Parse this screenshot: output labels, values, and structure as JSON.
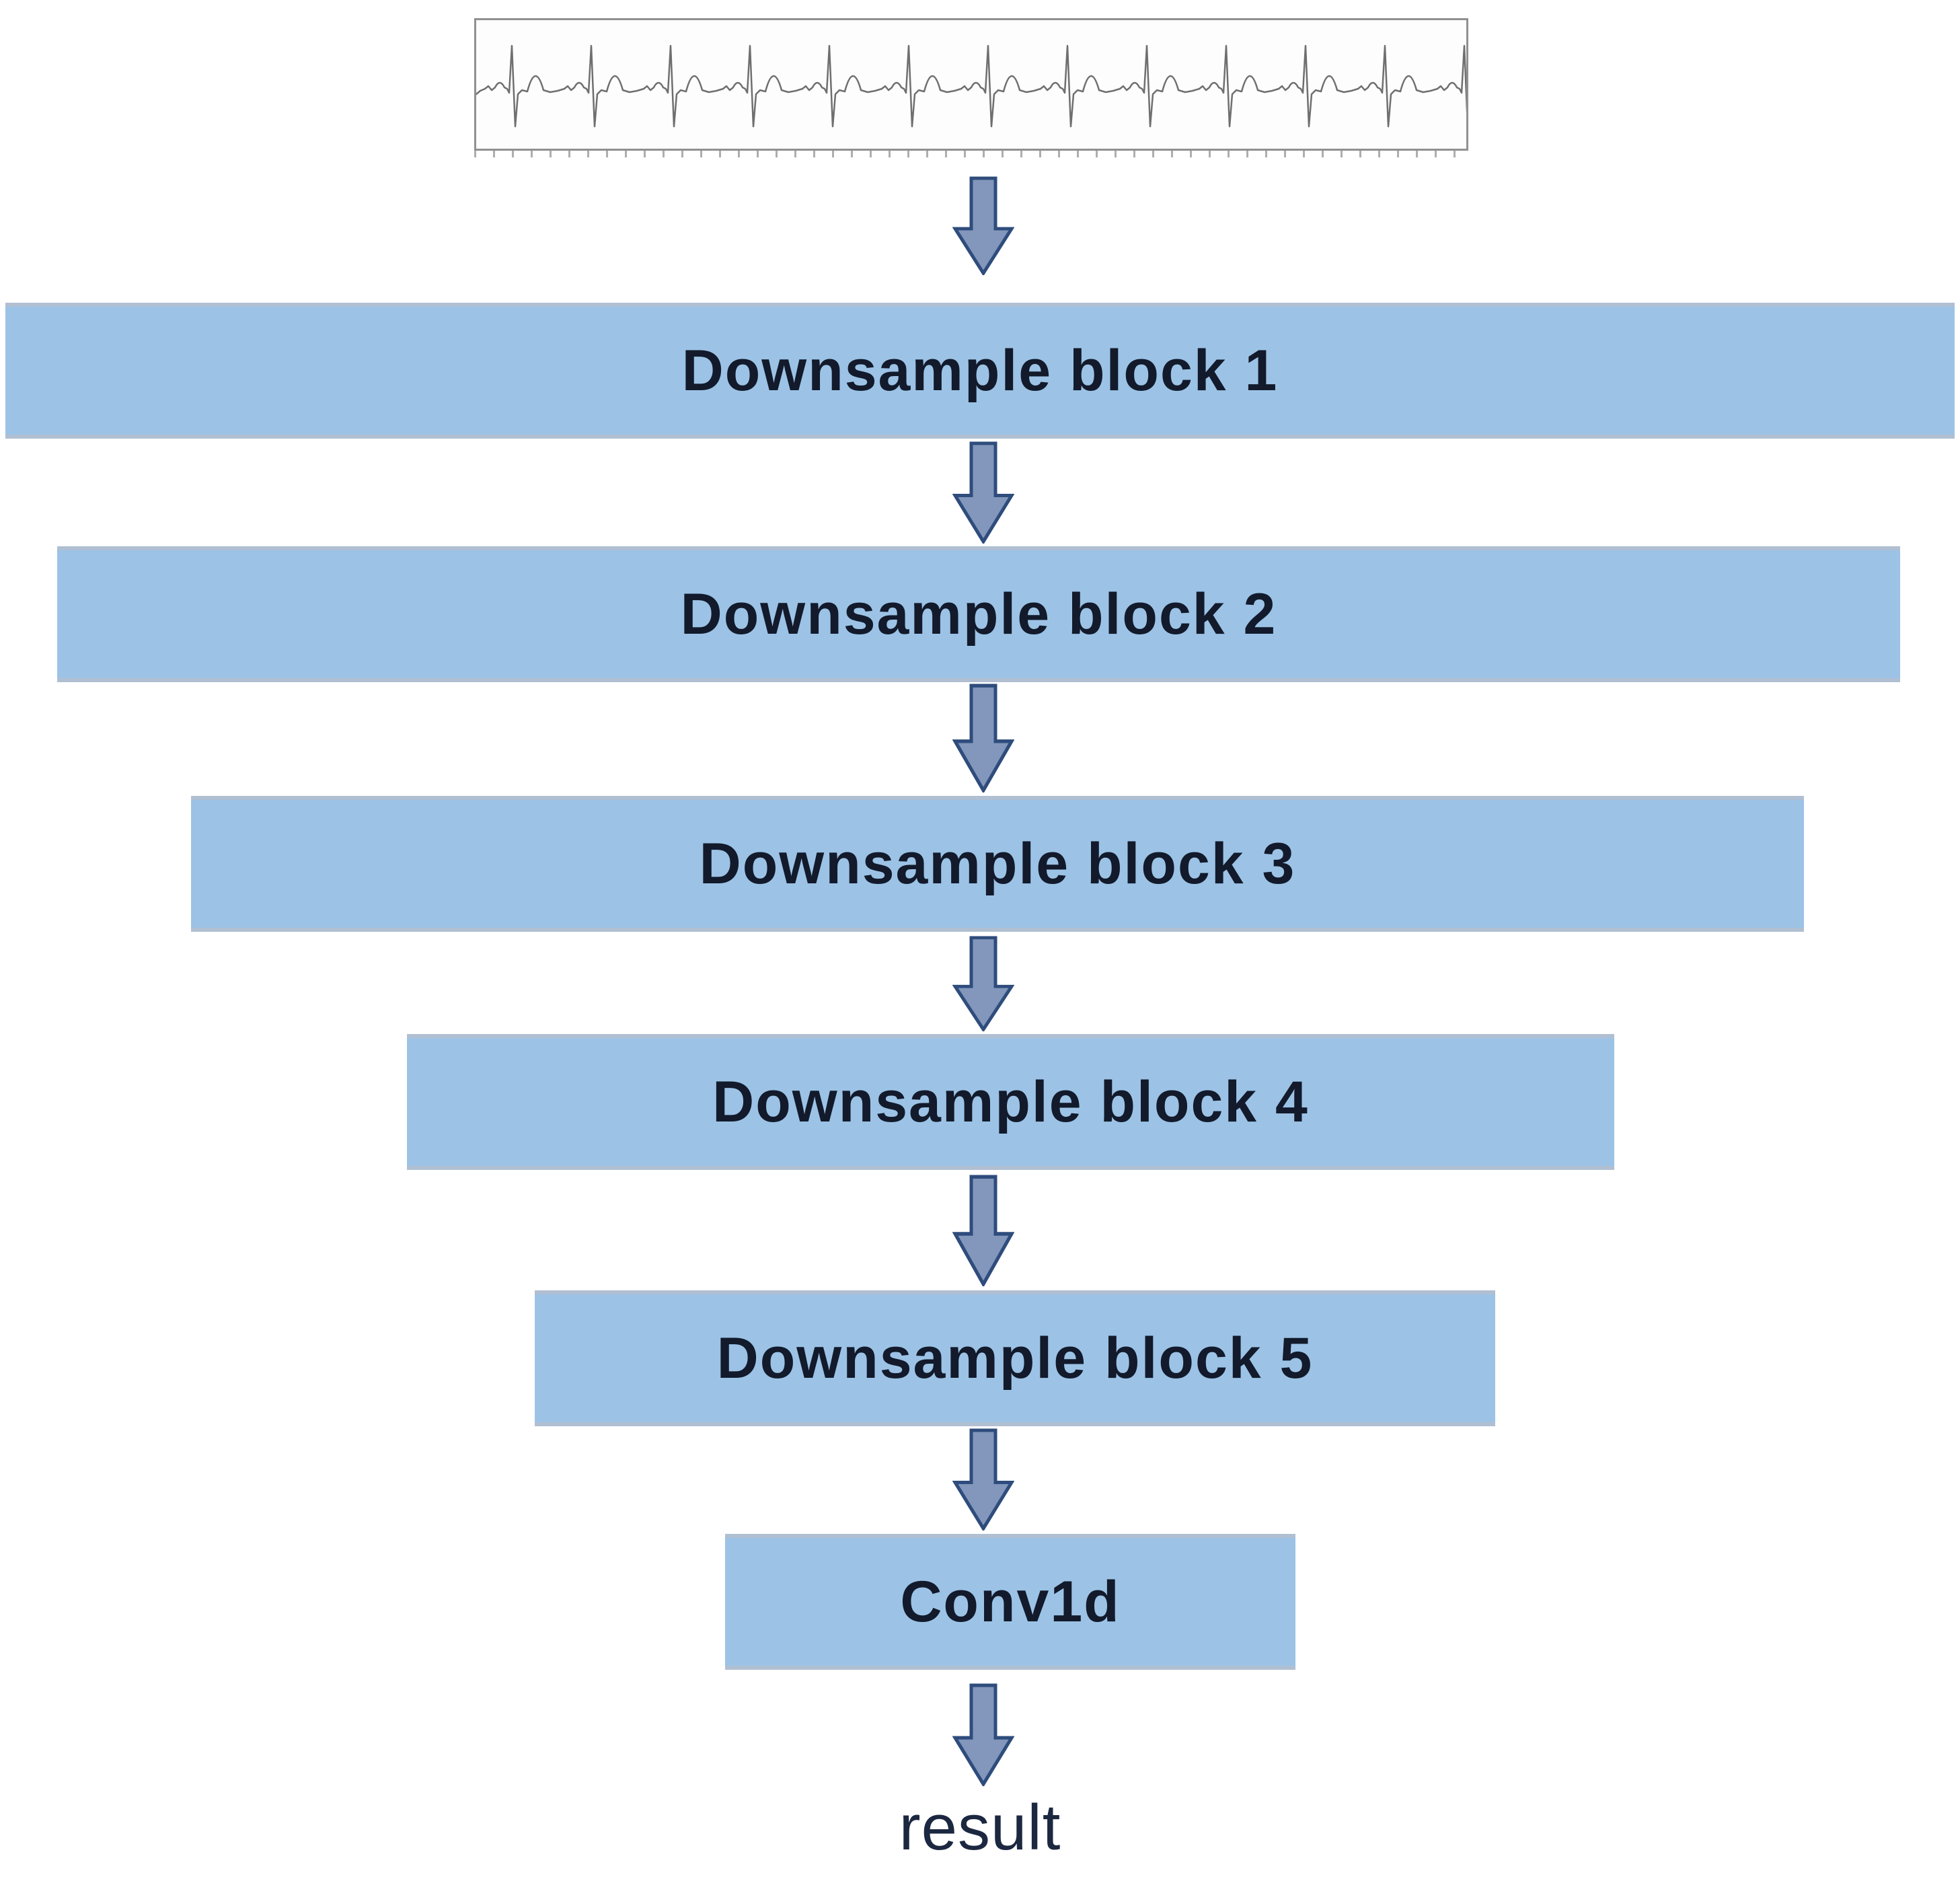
{
  "diagram": {
    "title_hint": "ECG downsampling CNN flowchart",
    "input": {
      "icon": "ecg-waveform-icon",
      "description": "ECG signal strip with repeating heartbeats"
    },
    "blocks": [
      {
        "label": "Downsample block 1"
      },
      {
        "label": "Downsample block 2"
      },
      {
        "label": "Downsample block 3"
      },
      {
        "label": "Downsample block 4"
      },
      {
        "label": "Downsample block 5"
      },
      {
        "label": "Conv1d"
      }
    ],
    "connector_icon": "down-arrow-icon",
    "output_label": "result",
    "colors": {
      "block_fill": "#9CC3E6",
      "block_edge": "#B0BFD2",
      "block_text": "#121A2B",
      "arrow_fill": "#8297BB",
      "arrow_border": "#2E4C7C",
      "ecg_border": "#909090",
      "ecg_trace": "#6F6F6F",
      "result_text": "#1C2740"
    }
  }
}
